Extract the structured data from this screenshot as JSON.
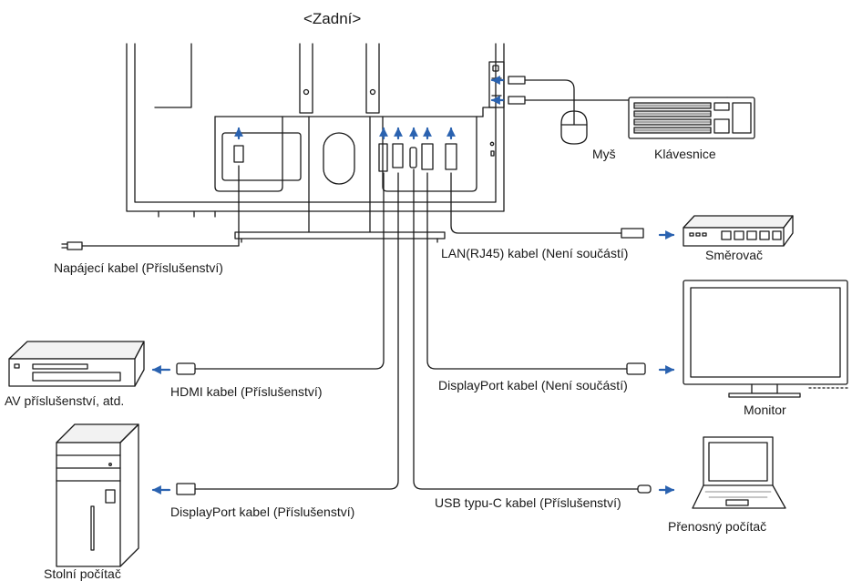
{
  "title": "<Zadní>",
  "labels": {
    "power_cable": "Napájecí kabel (Příslušenství)",
    "lan_cable": "LAN(RJ45) kabel (Není součástí)",
    "router": "Směrovač",
    "mouse": "Myš",
    "keyboard": "Klávesnice",
    "av_device": "AV příslušenství, atd.",
    "hdmi_cable": "HDMI kabel (Příslušenství)",
    "dp_out_cable": "DisplayPort kabel (Není součástí)",
    "monitor": "Monitor",
    "dp_in_cable": "DisplayPort kabel (Příslušenství)",
    "usbc_cable": "USB typu-C kabel (Příslušenství)",
    "laptop": "Přenosný počítač",
    "desktop": "Stolní počítač"
  },
  "colors": {
    "line": "#1a1a1a",
    "arrow": "#2a62b0",
    "light_fill": "#f2f2f2"
  }
}
